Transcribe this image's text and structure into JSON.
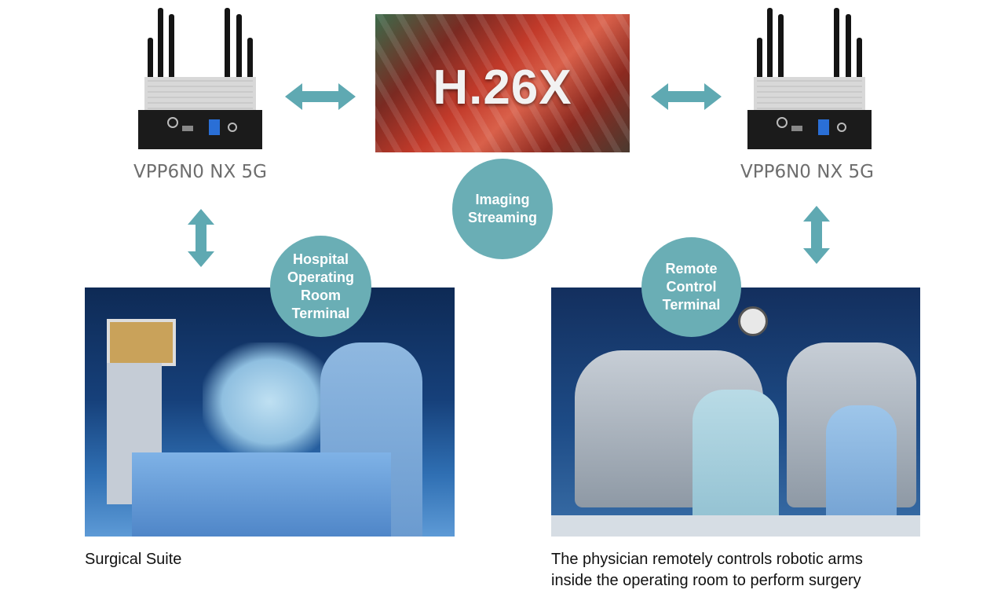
{
  "devices": {
    "left": {
      "label": "VPP6N0 NX 5G"
    },
    "right": {
      "label": "VPP6N0 NX 5G"
    }
  },
  "stream_image": {
    "codec_text": "H.26X"
  },
  "bubbles": {
    "imaging": "Imaging\nStreaming",
    "hospital": "Hospital\nOperating\nRoom\nTerminal",
    "remote": "Remote\nControl\nTerminal"
  },
  "captions": {
    "surgical": "Surgical Suite",
    "physician_line1": "The physician remotely controls robotic arms",
    "physician_line2": "inside the operating room to perform surgery"
  },
  "colors": {
    "accent": "#6aaeb5",
    "arrow": "#5fa9b2"
  }
}
